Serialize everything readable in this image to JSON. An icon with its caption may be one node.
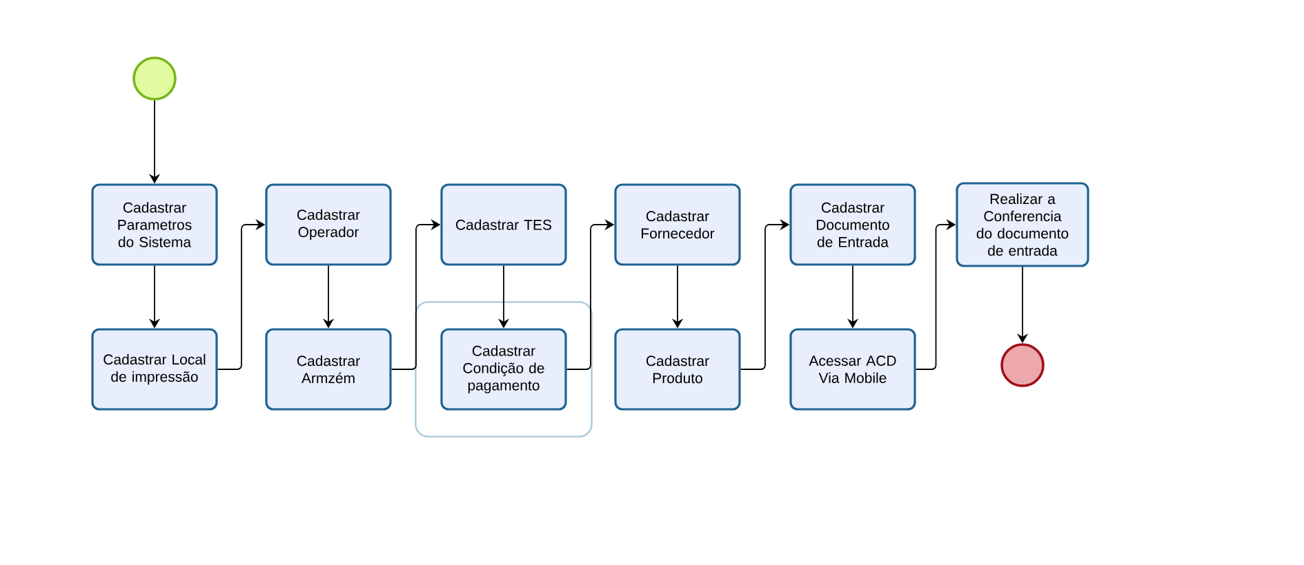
{
  "diagram": {
    "nodes": [
      {
        "text": [],
        "shape": "circle"
      },
      {
        "text": [
          "Cadastrar Parametros do Sistema"
        ]
      },
      {
        "text": [
          "Cadastrar Local de impressão"
        ]
      },
      {
        "text": [
          "Cadastrar Operador"
        ]
      },
      {
        "text": [
          "Cadastrar Armzém"
        ]
      },
      {
        "text": [
          "Cadastrar TES"
        ]
      },
      {
        "text": [],
        "shape": "box"
      },
      {
        "text": [
          "Cadastrar Condição de pagamento"
        ],
        "in": 6
      },
      {
        "text": [
          "Cadastrar Fornecedor"
        ]
      },
      {
        "text": [
          "Cadastrar Produto"
        ]
      },
      {
        "text": [
          "Cadastrar Documento de Entrada"
        ]
      },
      {
        "text": [
          "Acessar ACD Via Mobile"
        ]
      },
      {
        "text": [
          "Realizar a Conferencia do documento de entrada"
        ]
      },
      {
        "text": [],
        "shape": "circle"
      }
    ],
    "edges": [
      {
        "from": 0,
        "to": 1,
        "arrow": "to"
      },
      {
        "from": 1,
        "to": 2,
        "arrow": "to"
      },
      {
        "from": 2,
        "to": 3,
        "arrow": "to"
      },
      {
        "from": 3,
        "to": 4,
        "arrow": "to"
      },
      {
        "from": 4,
        "to": 5,
        "arrow": "to"
      },
      {
        "from": 5,
        "to": 7,
        "arrow": "to"
      },
      {
        "from": 7,
        "to": 8,
        "arrow": "to"
      },
      {
        "from": 8,
        "to": 9,
        "arrow": "to"
      },
      {
        "from": 9,
        "to": 10,
        "arrow": "to"
      },
      {
        "from": 10,
        "to": 11,
        "arrow": "to"
      },
      {
        "from": 11,
        "to": 12,
        "arrow": "to"
      },
      {
        "from": 12,
        "to": 13,
        "arrow": "to"
      }
    ]
  }
}
